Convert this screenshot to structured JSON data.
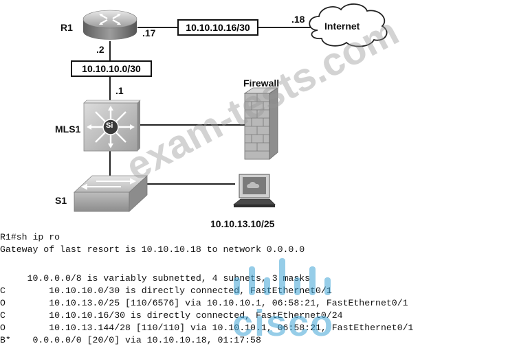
{
  "devices": {
    "r1": "R1",
    "mls1": "MLS1",
    "s1": "S1",
    "firewall": "Firewall",
    "internet": "Internet",
    "mls_chip": "Si"
  },
  "subnets": {
    "r1_internet": "10.10.10.16/30",
    "r1_mls1": "10.10.10.0/30",
    "host": "10.10.13.10/25"
  },
  "interfaces": {
    "r1_to_internet": ".17",
    "internet_side": ".18",
    "r1_to_mls1": ".2",
    "mls1_to_r1": ".1"
  },
  "terminal": [
    "R1#sh ip ro",
    "Gateway of last resort is 10.10.10.18 to network 0.0.0.0",
    "",
    "     10.0.0.0/8 is variably subnetted, 4 subnets, 3 masks",
    "C        10.10.10.0/30 is directly connected, FastEthernet0/1",
    "O        10.10.13.0/25 [110/6576] via 10.10.10.1, 06:58:21, FastEthernet0/1",
    "C        10.10.10.16/30 is directly connected, FastEthernet0/24",
    "O        10.10.13.144/28 [110/110] via 10.10.10.1, 06:58:21, FastEthernet0/1",
    "B*    0.0.0.0/0 [20/0] via 10.10.10.18, 01:17:58"
  ],
  "watermark": {
    "text": "exam-tests.com",
    "brand": "cisco"
  },
  "colors": {
    "watermark_gray": "#9a9a9a",
    "cisco_blue": "#40a4d6",
    "firewall_brick": "#b0b0b0"
  }
}
